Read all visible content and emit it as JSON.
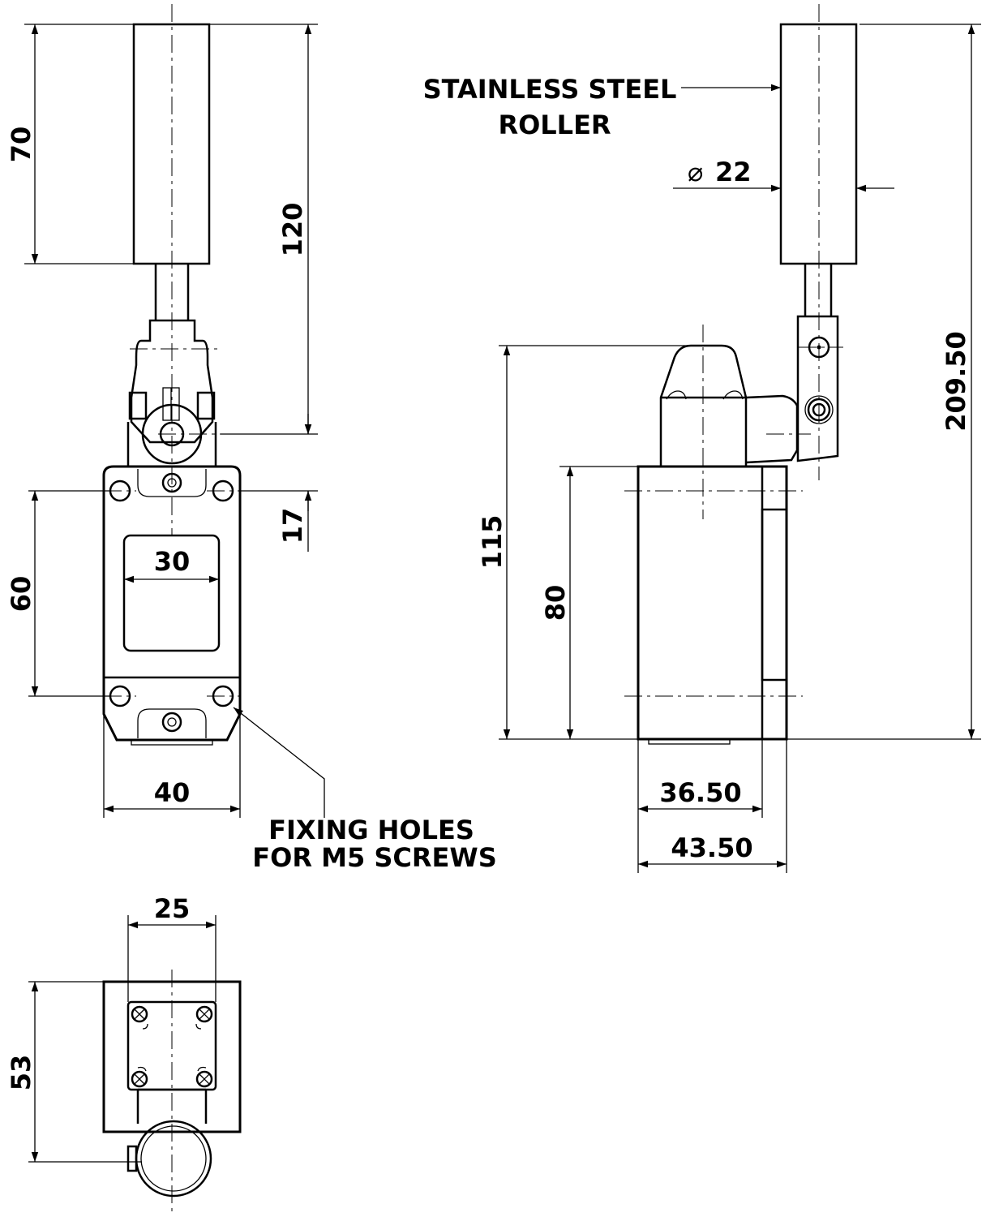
{
  "dimensions": {
    "roller_length": "70",
    "lever_height": "120",
    "lever_offset": "17",
    "mount_hole_vertical": "60",
    "window_width": "30",
    "body_width": "40",
    "top_width": "25",
    "top_depth": "53",
    "roller_diameter": "22",
    "total_height": "209.50",
    "housing_height": "115",
    "body_height": "80",
    "body_depth": "36.50",
    "total_depth": "43.50"
  },
  "labels": {
    "roller_line1": "STAINLESS STEEL",
    "roller_line2": "ROLLER",
    "holes_line1": "FIXING HOLES",
    "holes_line2": "FOR M5 SCREWS",
    "diameter_symbol": "⌀"
  }
}
